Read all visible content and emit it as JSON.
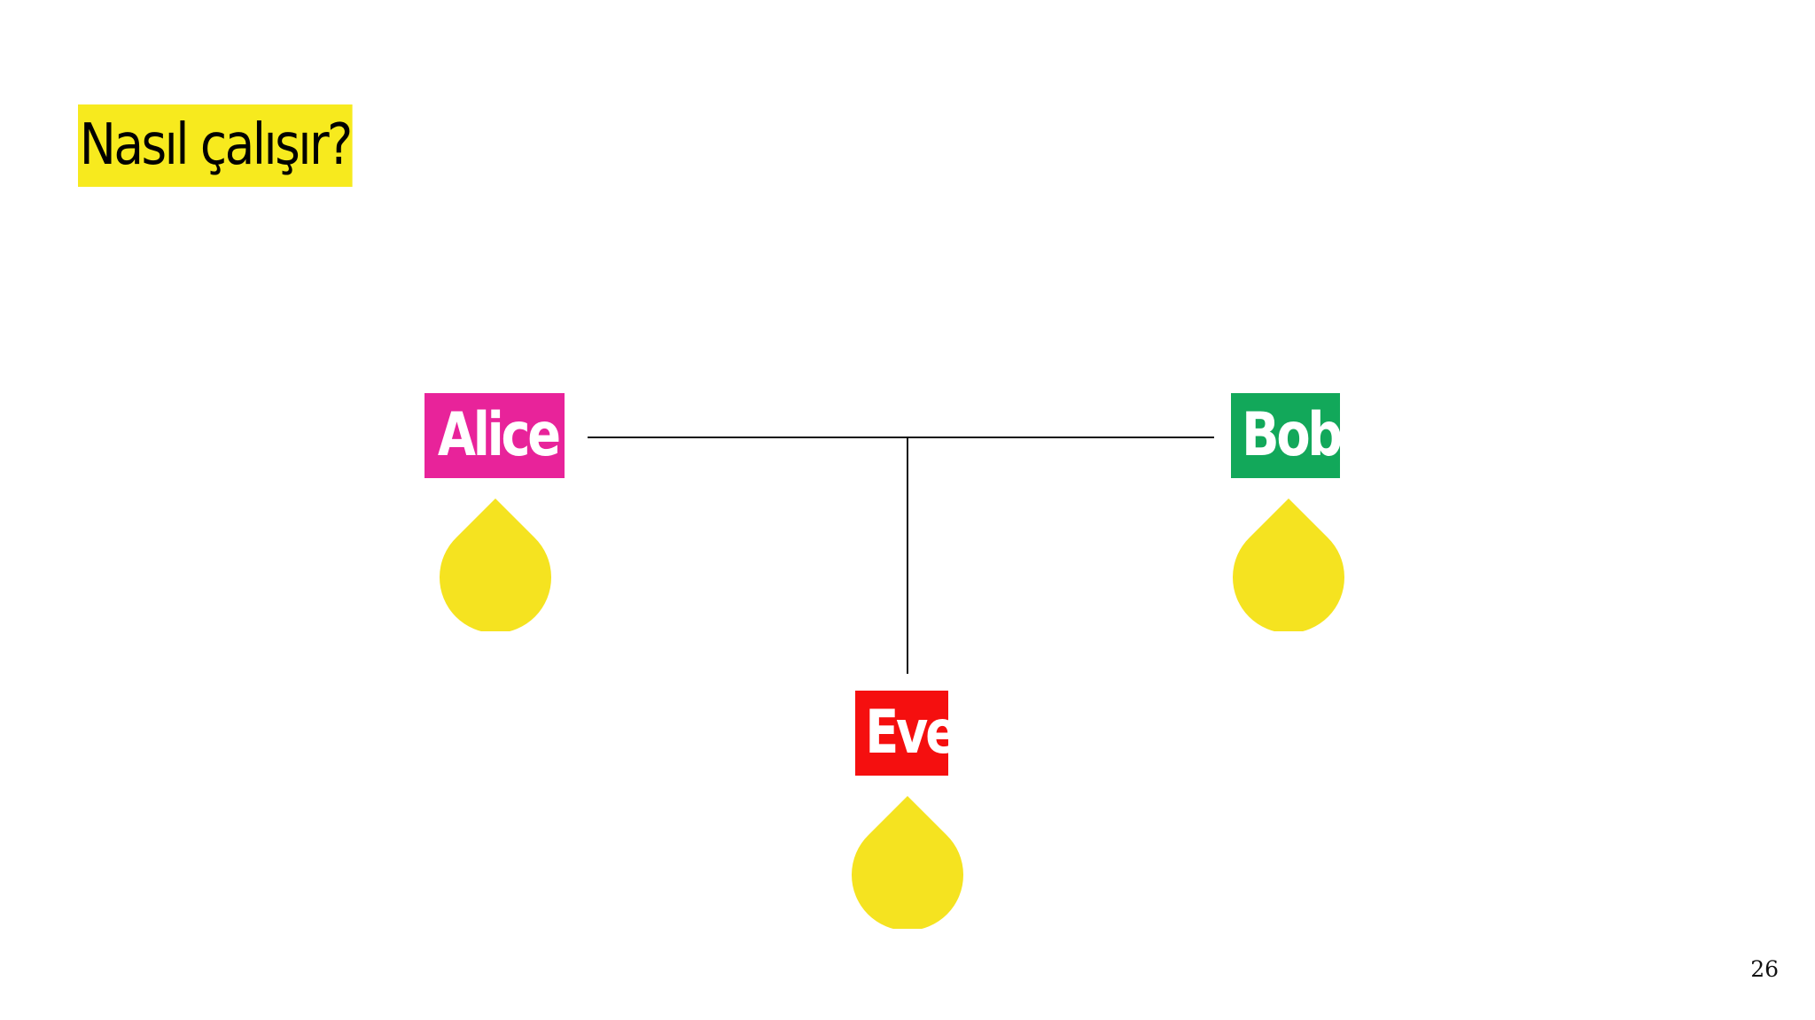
{
  "slide": {
    "title": "Nasıl çalışır?",
    "page_number": "26"
  },
  "participants": [
    {
      "name": "Alice",
      "color": "#e8239a"
    },
    {
      "name": "Bob",
      "color": "#12a85a"
    },
    {
      "name": "Eve",
      "color": "#f50f0f"
    }
  ],
  "colors": {
    "title_highlight": "#f7ea1e",
    "drop": "#f5e320",
    "wire": "#111111"
  },
  "icons": {
    "drop": "drop-icon"
  }
}
